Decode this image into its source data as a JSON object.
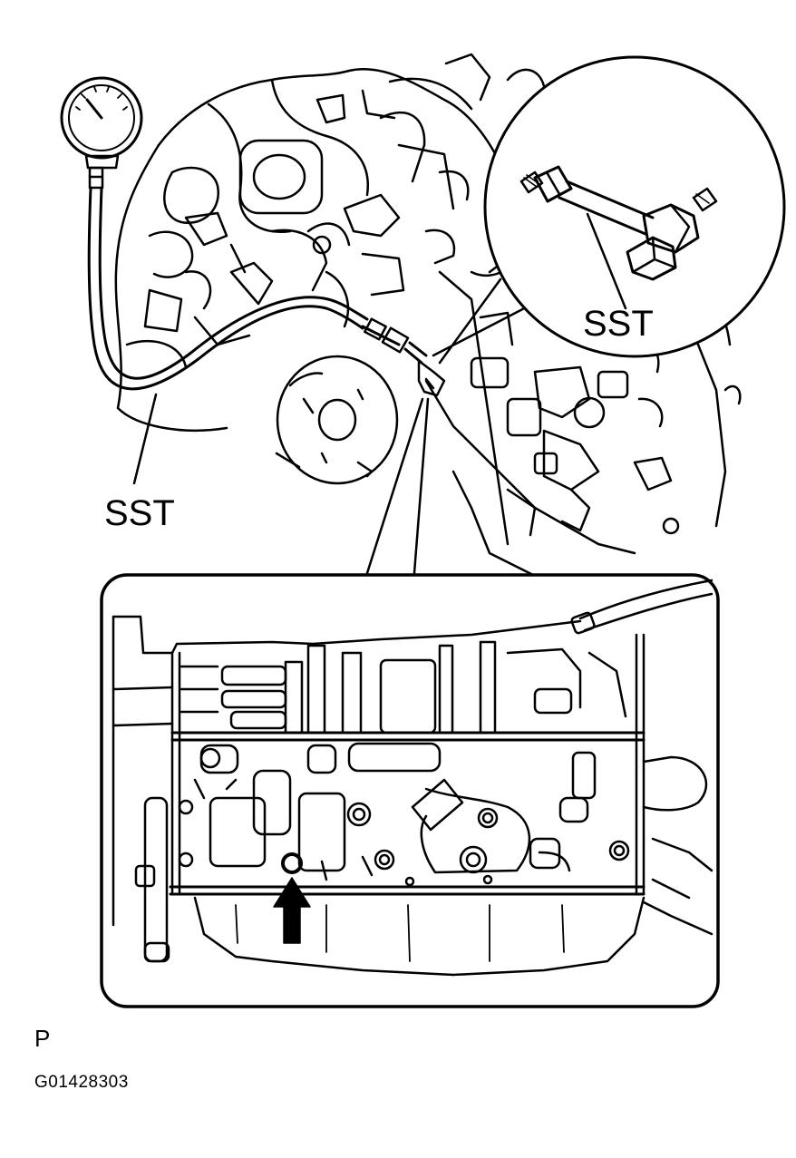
{
  "labels": {
    "sst_detail": "SST",
    "sst_hose": "SST",
    "position": "P",
    "figure_code": "G01428303"
  },
  "colors": {
    "ink": "#000000",
    "paper": "#ffffff"
  },
  "icons": [
    "pressure-gauge-icon",
    "up-arrow-icon"
  ]
}
